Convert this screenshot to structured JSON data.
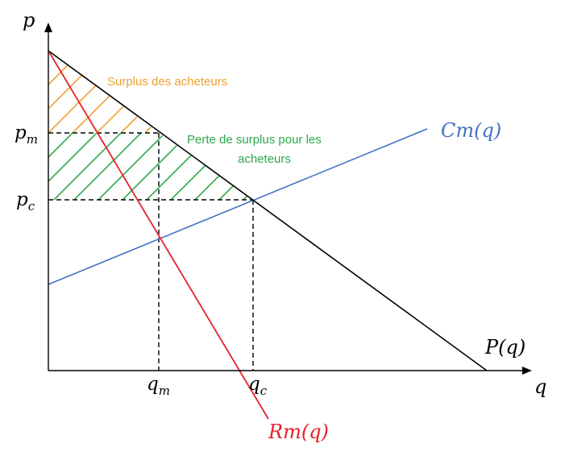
{
  "axes": {
    "y_label": "p",
    "x_label": "q"
  },
  "ticks": {
    "p_m": {
      "main": "p",
      "sub": "m"
    },
    "p_c": {
      "main": "p",
      "sub": "c"
    },
    "q_m": {
      "main": "q",
      "sub": "m"
    },
    "q_c": {
      "main": "q",
      "sub": "c"
    }
  },
  "curves": {
    "demand": {
      "label": "P(q)",
      "color": "#000000"
    },
    "marginal_cost": {
      "label": "Cm(q)",
      "color": "#4472C4"
    },
    "marginal_revenue": {
      "label": "Rm(q)",
      "color": "#E8202A"
    }
  },
  "areas": {
    "buyers_surplus": {
      "label": "Surplus des acheteurs",
      "color": "#F0A030"
    },
    "surplus_loss": {
      "line1": "Perte de surplus pour les",
      "line2": "acheteurs",
      "color": "#2EA84A"
    }
  }
}
